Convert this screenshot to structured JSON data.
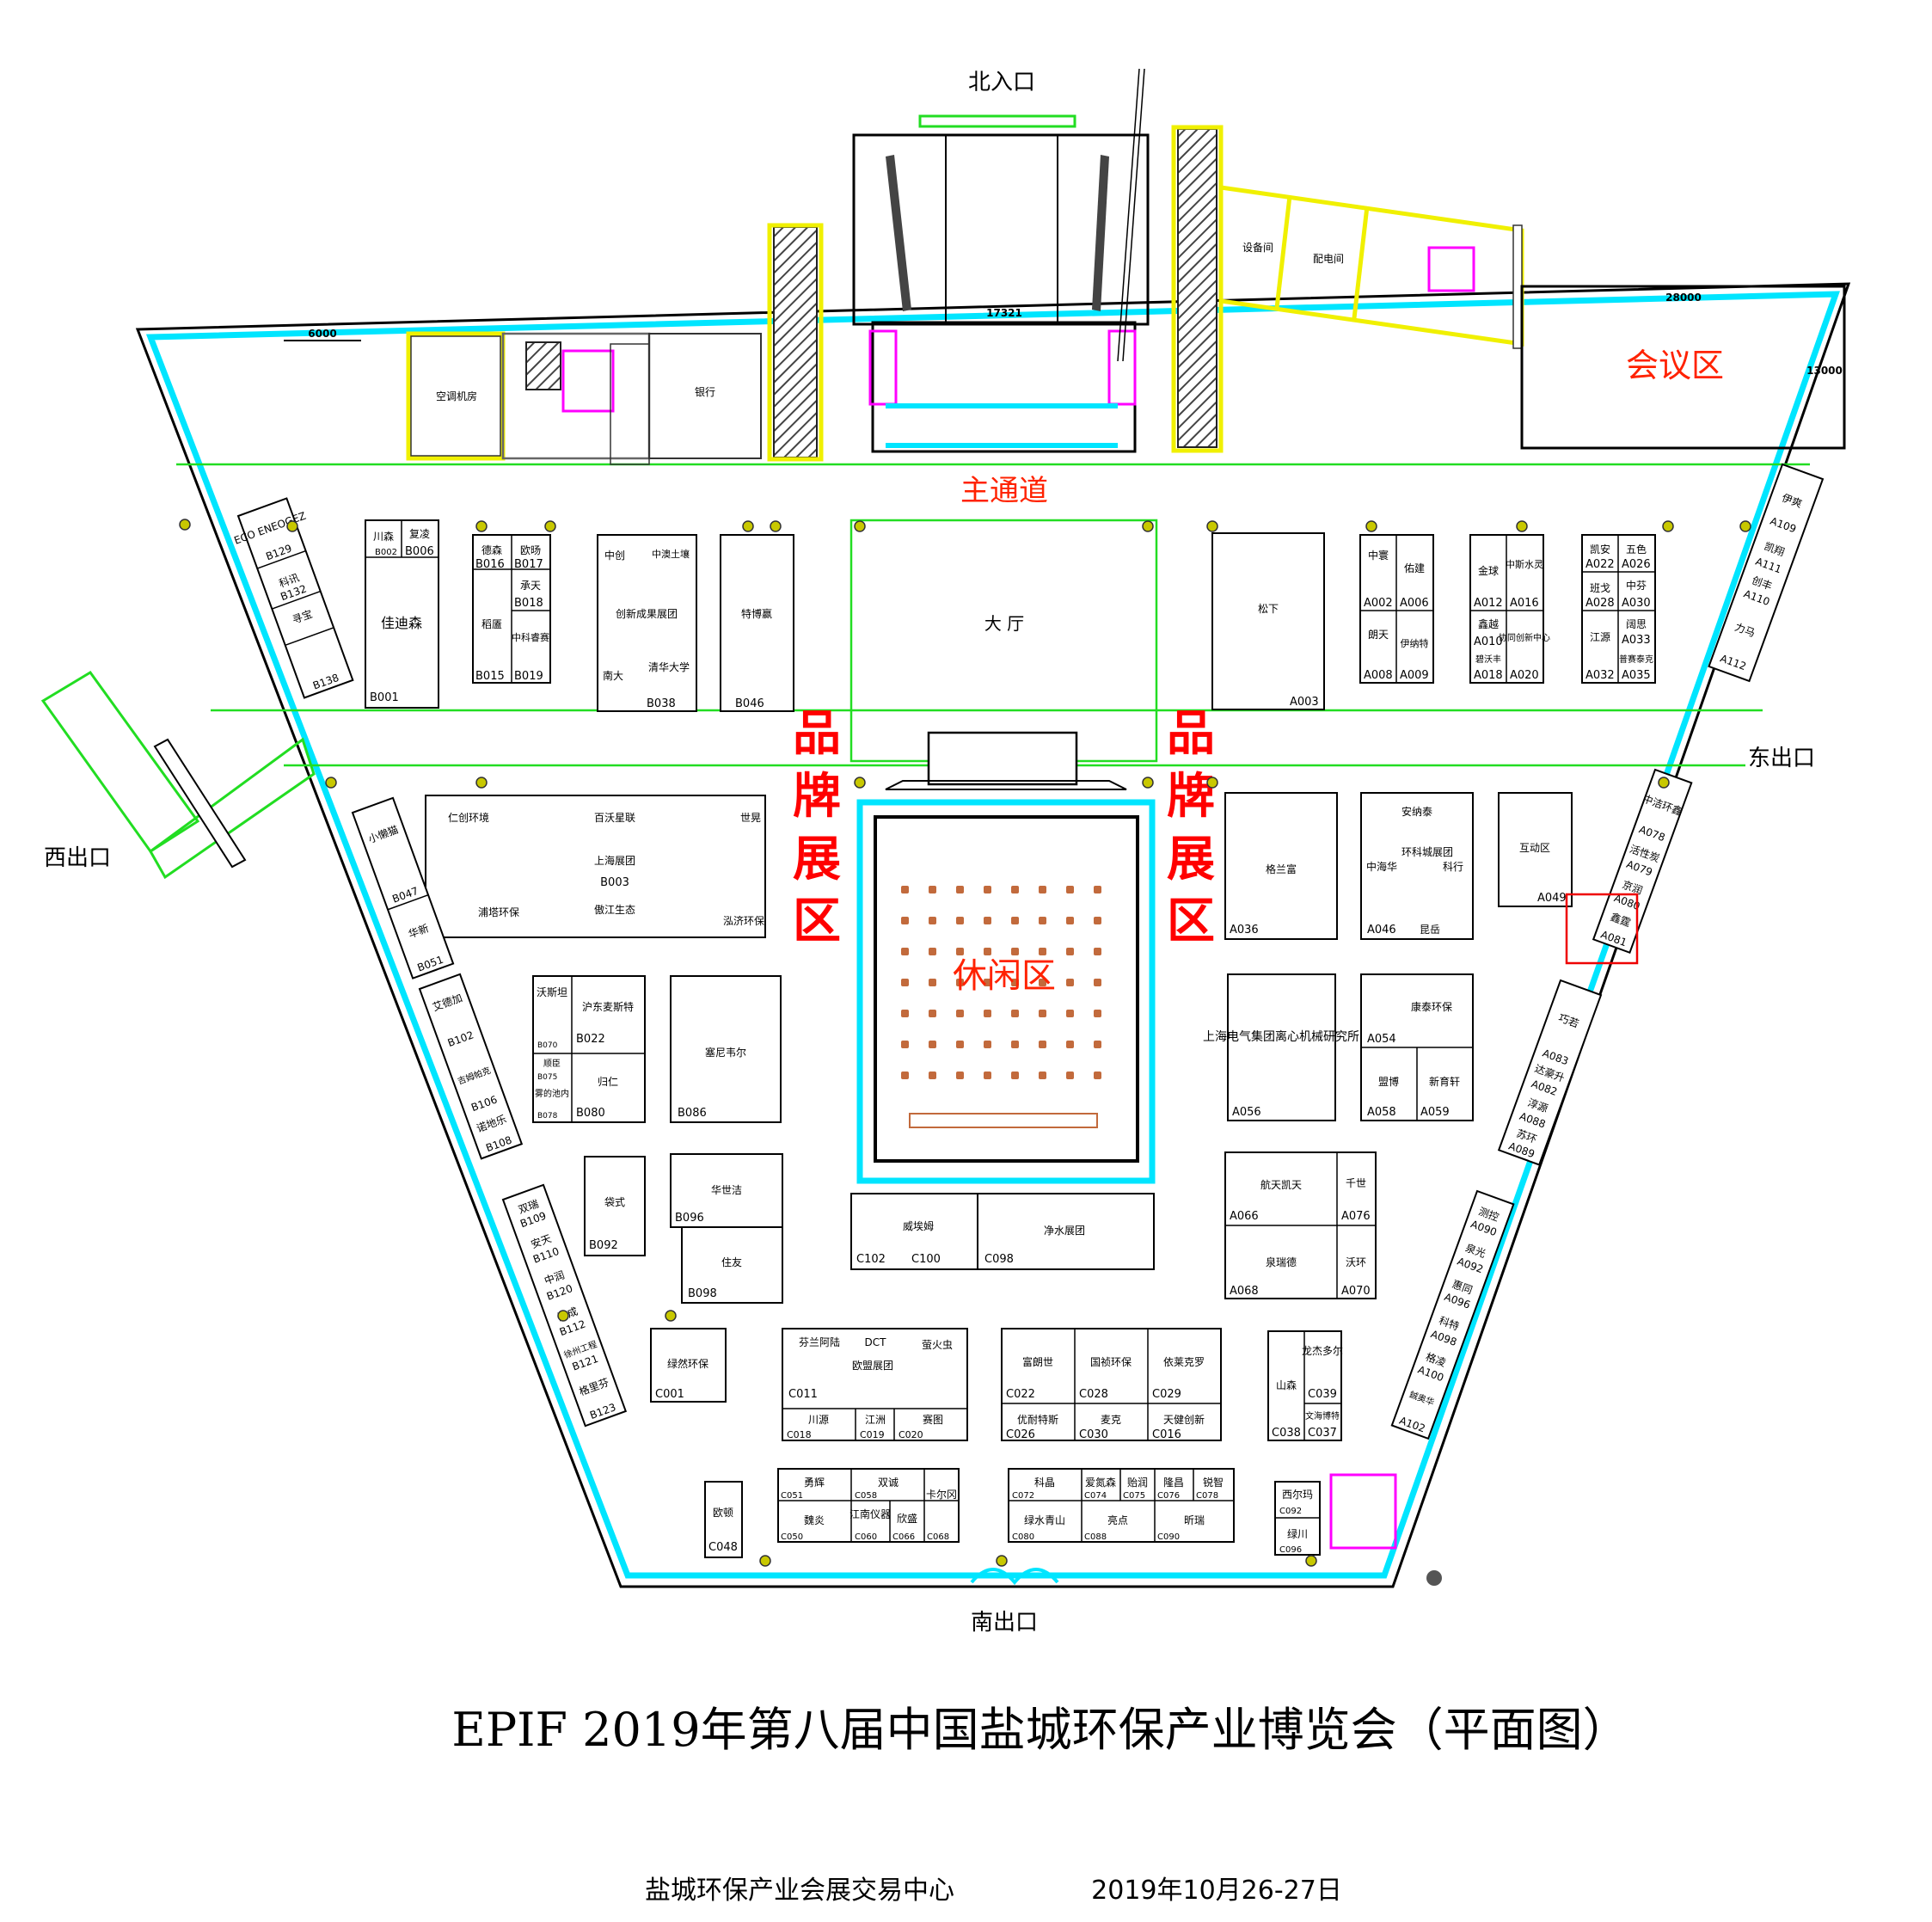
{
  "title": "EPIF 2019年第八届中国盐城环保产业博览会（平面图）",
  "footer": {
    "venue": "盐城环保产业会展交易中心",
    "dates": "2019年10月26-27日"
  },
  "entrances": {
    "north": "北入口",
    "south": "南出口",
    "east": "东出口",
    "west": "西出口"
  },
  "zones": {
    "main_aisle": "主通道",
    "meeting": "会议区",
    "hall": "大 厅",
    "leisure": "休闲区",
    "brand_left": [
      "品",
      "牌",
      "展",
      "区"
    ],
    "brand_right": [
      "品",
      "牌",
      "展",
      "区"
    ]
  },
  "rooms": {
    "aircon": "空调机房",
    "bank": "银行",
    "equipment": "设备间",
    "power": "配电间",
    "stage_width": "17321",
    "meeting_w": "28000",
    "meeting_h": "13000",
    "scale": "6000"
  },
  "booths_b": {
    "eco": "ECO ENEOGEZ",
    "b129": "B129",
    "keyan": "科讯",
    "b132": "B132",
    "xunbao": "寻宝",
    "b138": "B138",
    "chuansen": "川森",
    "b002": "B002",
    "fuling": "复凌",
    "b006": "B006",
    "jiadisen": "佳迪森",
    "b001": "B001",
    "desen": "德森",
    "b016": "B016",
    "ouyang": "欧旸",
    "b017": "B017",
    "chengtian": "承天",
    "b018": "B018",
    "daogu": "稻㕎",
    "zhongke": "中科睿赛",
    "b015": "B015",
    "b019": "B019",
    "zhongchuang": "中创",
    "zhongao": "中澳土壤",
    "chuangxin": "创新成果展团",
    "nanda": "南大",
    "qinghua": "清华大学",
    "b038": "B038",
    "tebo": "特博赢",
    "b046": "B046",
    "renchuang": "仁创环境",
    "baiwo": "百沃星联",
    "shihuang": "世晃",
    "shanghai": "上海展团",
    "b003": "B003",
    "putai": "浦塔环保",
    "aojiang": "傲江生态",
    "hongji": "泓济环保",
    "xiaolan": "小懒猫",
    "b047": "B047",
    "huaxin": "华新",
    "b051": "B051",
    "wosi": "沃斯坦",
    "b070": "B070",
    "hudong": "沪东麦斯特",
    "b022": "B022",
    "shunyuan": "顺臣",
    "b075": "B075",
    "guiren": "归仁",
    "b080": "B080",
    "wude": "雾的池内",
    "b078": "B078",
    "saini": "塞尼韦尔",
    "b086": "B086",
    "aidejia": "艾德加",
    "b102": "B102",
    "jiyu": "吉姆帕克",
    "b106": "B106",
    "nuodi": "诺地乐",
    "b108": "B108",
    "daishi": "袋式",
    "b092": "B092",
    "huashi": "华世洁",
    "b096": "B096",
    "zhuyou": "住友",
    "b098": "B098",
    "shuangrui": "双瑞",
    "b109": "B109",
    "antian": "安天",
    "b110": "B110",
    "zhongrun": "中润",
    "b120": "B120",
    "zecheng": "泽成",
    "b112": "B112",
    "xuzhou": "徐州工程",
    "b121": "B121",
    "gelifen": "格里芬",
    "b123": "B123"
  },
  "booths_a": {
    "songxia": "松下",
    "a003": "A003",
    "zhongyuan": "中寰",
    "a002": "A002",
    "youjian": "佑建",
    "a006": "A006",
    "langtian": "朗天",
    "a008": "A008",
    "yinate": "伊纳特",
    "a009": "A009",
    "jinqiu": "金球",
    "a012": "A012",
    "zhongsi": "中斯水灵",
    "a016": "A016",
    "xinyue": "鑫越",
    "a010": "A010",
    "bidi": "碧沃丰",
    "a018": "A018",
    "xietong": "协同创新中心",
    "a020": "A020",
    "kaian": "凯安",
    "a022": "A022",
    "wuse": "五色",
    "a026": "A026",
    "bange": "班戈",
    "a028": "A028",
    "zhongfen": "中芬",
    "a030": "A030",
    "jiangyuan": "江源",
    "a032": "A032",
    "chuangsi": "阔思",
    "a033": "A033",
    "pusai": "普赛泰克",
    "a035": "A035",
    "yishuang": "伊爽",
    "a109": "A109",
    "kaixiang": "凯翔",
    "a111": "A111",
    "chuangfeng": "创丰",
    "a110": "A110",
    "lima": "力马",
    "a112": "A112",
    "gelanfu": "格兰富",
    "a036": "A036",
    "annatai": "安纳泰",
    "huanke": "环科城展团",
    "zhonghaihua": "中海华",
    "keheng": "科行",
    "kunyue": "昆岳",
    "a046": "A046",
    "hudong": "互动区",
    "a049": "A049",
    "zhongjie": "中洁环鑫",
    "a078": "A078",
    "huoxing": "活性炭",
    "a079": "A079",
    "jingrun": "京润",
    "a080": "A080",
    "xinying": "鑫霆",
    "a081": "A081",
    "shdq": "上海电气集团离心机械研究所",
    "a056": "A056",
    "kangtai": "康泰环保",
    "a054": "A054",
    "mengbo": "盟博",
    "a058": "A058",
    "xinyuxuan": "新育轩",
    "a059": "A059",
    "qiaoruo": "巧若",
    "a083": "A083",
    "dahaosheng": "达豪升",
    "a082": "A082",
    "chunyuan": "淳源",
    "a088": "A088",
    "suhuan": "苏环",
    "a089": "A089",
    "hangtian": "航天凯天",
    "a066": "A066",
    "qianshi": "千世",
    "a076": "A076",
    "quanruide": "泉瑞德",
    "a068": "A068",
    "wohuan": "沃环",
    "a070": "A070",
    "cekong": "测控",
    "a090": "A090",
    "quanguang": "泉光",
    "a092": "A092",
    "huitong": "惠同",
    "a096": "A096",
    "kete": "科特",
    "a098": "A098",
    "geling": "格凌",
    "a100": "A100",
    "bo": "鋮奥华",
    "a102": "A102"
  },
  "booths_c": {
    "weiai": "威埃姆",
    "c102": "C102",
    "c100": "C100",
    "jingshui": "净水展团",
    "c098": "C098",
    "lvran": "绿然环保",
    "c001": "C001",
    "fenlan": "芬兰阿陆",
    "dct": "DCT",
    "yinghuo": "萤火虫",
    "oumeng": "欧盟展团",
    "c011": "C011",
    "chuanyuan": "川源",
    "c018": "C018",
    "jiangzhou": "江洲",
    "c019": "C019",
    "saitu": "赛图",
    "c020": "C020",
    "fulangshi": "富朗世",
    "c022": "C022",
    "guozhen": "国祯环保",
    "c028": "C028",
    "yilai": "依莱克罗",
    "c029": "C029",
    "younaite": "优耐特斯",
    "c026": "C026",
    "maike": "麦克",
    "c030": "C030",
    "tianjian": "天健创新",
    "c016": "C016",
    "longjie": "龙杰多尔",
    "c039": "C039",
    "shansen": "山森",
    "c038": "C038",
    "wenhai": "文海博特",
    "c037": "C037",
    "yonghui": "勇辉",
    "c051": "C051",
    "shuangcheng": "双诚",
    "c058": "C058",
    "weiyan": "魏炎",
    "c050": "C050",
    "jiangnan": "江南仪器",
    "c060": "C060",
    "xinsheng": "欣盛",
    "c066": "C066",
    "kaerfeng": "卡尔冈",
    "c068": "C068",
    "kepin": "科晶",
    "c072": "C072",
    "ainaisen": "爱氮森",
    "c074": "C074",
    "yirun": "贻润",
    "c075": "C075",
    "longchang": "隆昌",
    "c076": "C076",
    "ruizhi": "锐智",
    "c078": "C078",
    "lvshui": "绿水青山",
    "c080": "C080",
    "liangdian": "亮点",
    "c088": "C088",
    "tingrui": "昕瑞",
    "c090": "C090",
    "xierma": "西尔玛",
    "c092": "C092",
    "lvchuan": "绿川",
    "c096": "C096",
    "ouhui": "欧顿",
    "c048": "C048"
  }
}
